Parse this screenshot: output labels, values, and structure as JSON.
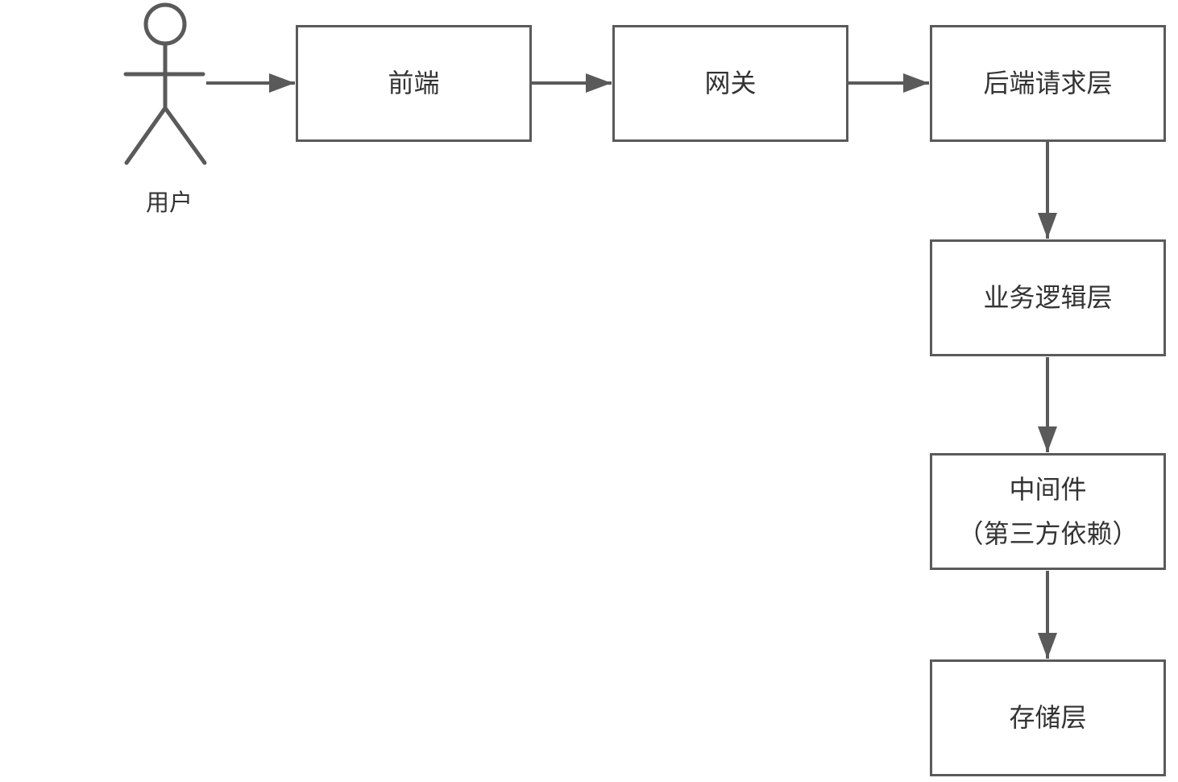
{
  "diagram": {
    "type": "flowchart",
    "actor": {
      "id": "user",
      "label": "用户"
    },
    "nodes": [
      {
        "id": "frontend",
        "label": "前端"
      },
      {
        "id": "gateway",
        "label": "网关"
      },
      {
        "id": "backend-request-layer",
        "label": "后端请求层"
      },
      {
        "id": "business-logic-layer",
        "label": "业务逻辑层"
      },
      {
        "id": "middleware",
        "label_lines": [
          "中间件",
          "（第三方依赖）"
        ]
      },
      {
        "id": "storage-layer",
        "label": "存储层"
      }
    ],
    "edges": [
      {
        "from": "user",
        "to": "frontend"
      },
      {
        "from": "frontend",
        "to": "gateway"
      },
      {
        "from": "gateway",
        "to": "backend-request-layer"
      },
      {
        "from": "backend-request-layer",
        "to": "business-logic-layer"
      },
      {
        "from": "business-logic-layer",
        "to": "middleware"
      },
      {
        "from": "middleware",
        "to": "storage-layer"
      }
    ],
    "colors": {
      "stroke": "#5a5a5a",
      "text": "#333333",
      "node_fill": "#ffffff",
      "background": "#ffffff"
    }
  }
}
